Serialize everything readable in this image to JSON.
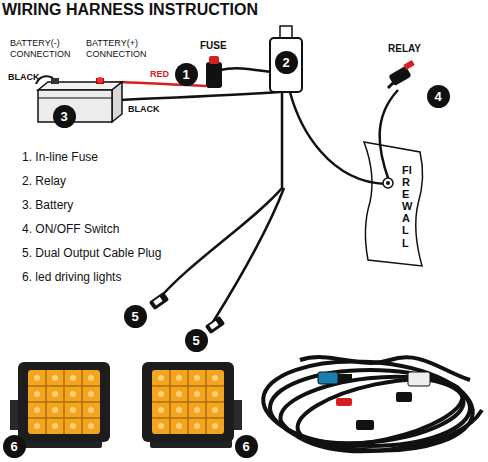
{
  "diagram": {
    "title": "WIRING HARNESS INSTRUCTION",
    "nodes": [
      {
        "text": [
          "2"
        ]
      },
      {
        "text": [
          "1"
        ]
      },
      {
        "text": [
          "4"
        ]
      },
      {
        "text": [
          "3"
        ]
      },
      {
        "text": [
          "FIREWALL"
        ]
      },
      {
        "text": [
          "5"
        ]
      },
      {
        "text": [
          "5"
        ]
      },
      {
        "text": [
          "6"
        ]
      },
      {
        "text": [
          "6"
        ]
      }
    ],
    "labels": [
      "BATTERY(-) CONNECTION",
      "BATTERY(+) CONNECTION",
      "FUSE",
      "RELAY",
      "BLACK",
      "RED",
      "BLACK",
      "1. In-line Fuse",
      "2. Relay",
      "3. Battery",
      "4. ON/OFF Switch",
      "5. Dual Output Cable Plug",
      "6. led driving lights"
    ]
  }
}
